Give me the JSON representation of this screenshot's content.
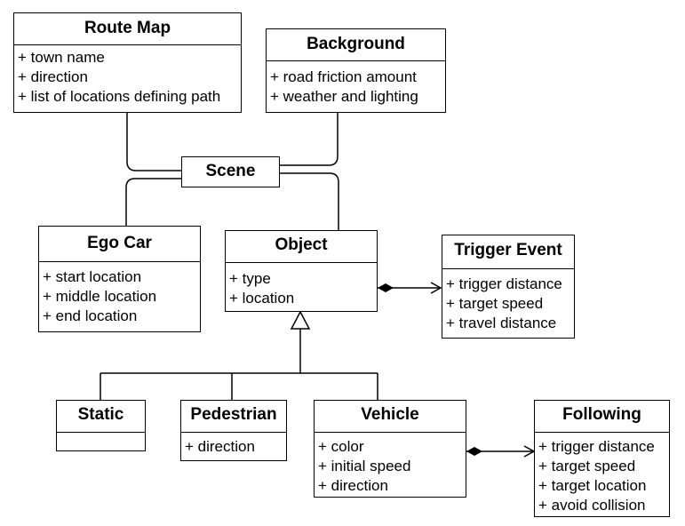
{
  "route_map": {
    "title": "Route Map",
    "attrs": [
      "+ town name",
      "+ direction",
      "+ list of locations defining path"
    ]
  },
  "background": {
    "title": "Background",
    "attrs": [
      "+ road friction amount",
      "+ weather and lighting"
    ]
  },
  "scene": {
    "title": "Scene"
  },
  "ego_car": {
    "title": "Ego Car",
    "attrs": [
      "+ start location",
      "+ middle location",
      "+ end location"
    ]
  },
  "object": {
    "title": "Object",
    "attrs": [
      "+ type",
      "+ location"
    ]
  },
  "trigger_event": {
    "title": "Trigger Event",
    "attrs": [
      "+ trigger distance",
      "+ target speed",
      "+ travel distance"
    ]
  },
  "static": {
    "title": "Static",
    "attrs": []
  },
  "pedestrian": {
    "title": "Pedestrian",
    "attrs": [
      "+ direction"
    ]
  },
  "vehicle": {
    "title": "Vehicle",
    "attrs": [
      "+ color",
      "+ initial speed",
      "+ direction"
    ]
  },
  "following": {
    "title": "Following",
    "attrs": [
      "+ trigger distance",
      "+ target speed",
      "+ target location",
      "+ avoid collision"
    ]
  }
}
